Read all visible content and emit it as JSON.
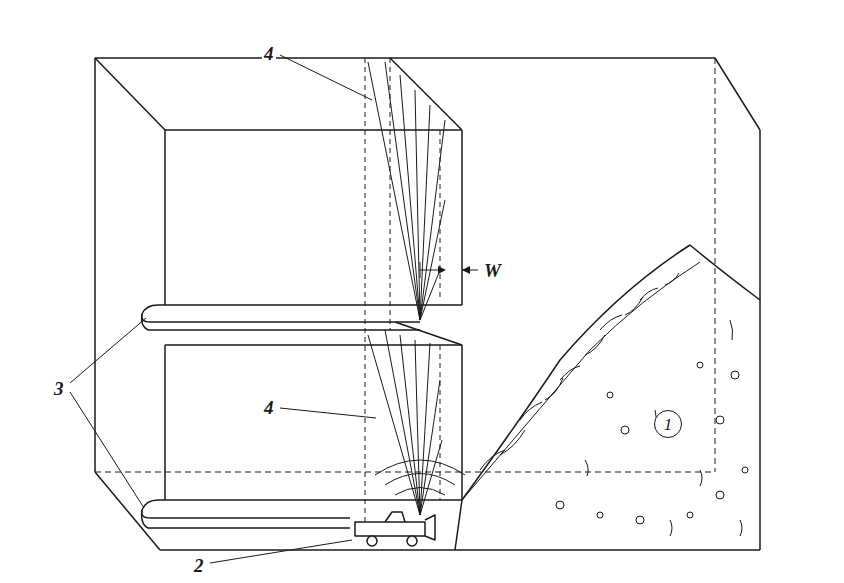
{
  "diagram": {
    "nodes": [
      {
        "text": [
          "1"
        ]
      }
    ],
    "labels": [
      "4",
      "W",
      "4",
      "3",
      "2"
    ]
  }
}
